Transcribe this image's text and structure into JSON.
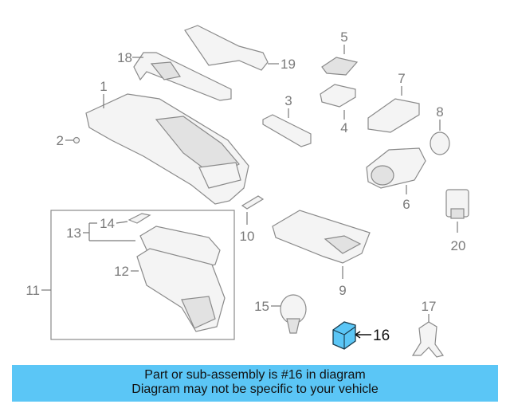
{
  "callouts": {
    "c1": "1",
    "c2": "2",
    "c3": "3",
    "c4": "4",
    "c5": "5",
    "c6": "6",
    "c7": "7",
    "c8": "8",
    "c9": "9",
    "c10": "10",
    "c11": "11",
    "c12": "12",
    "c13": "13",
    "c14": "14",
    "c15": "15",
    "c16": "16",
    "c17": "17",
    "c18": "18",
    "c19": "19",
    "c20": "20"
  },
  "highlight": {
    "part": "16",
    "fill_color": "#5bc6f6"
  },
  "banner": {
    "line1": "Part or sub-assembly is #16 in diagram",
    "line2": "Diagram may not be specific to your vehicle",
    "background": "#5bc6f6"
  }
}
